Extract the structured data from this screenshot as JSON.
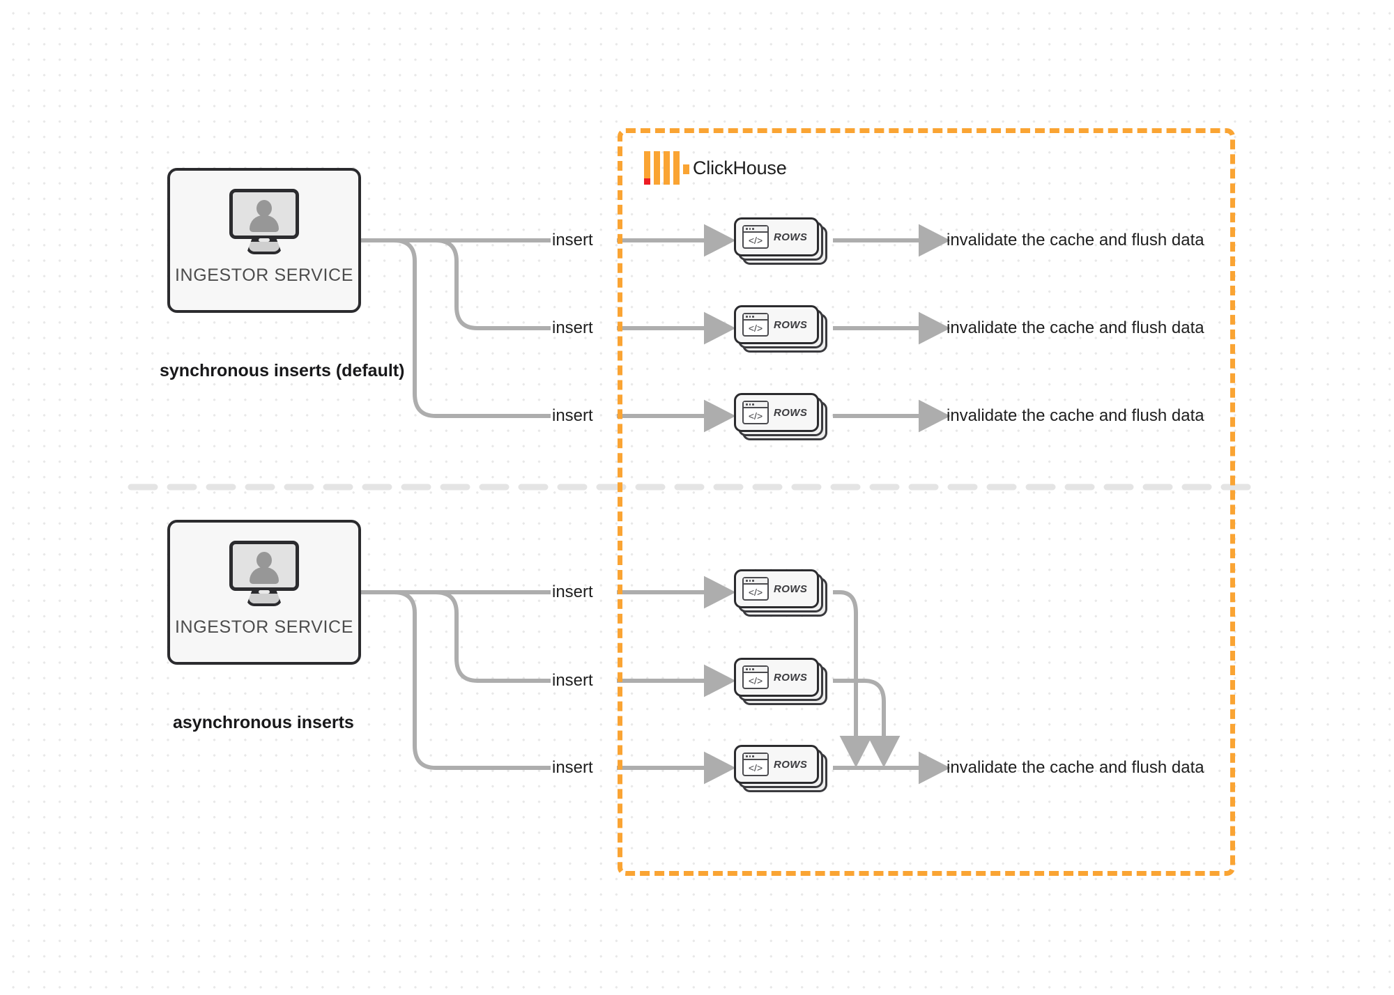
{
  "diagram": {
    "title": "ClickHouse synchronous vs asynchronous inserts",
    "colors": {
      "boundary_orange": "#FAA433",
      "logo_red": "#ED1C24",
      "wire_gray": "#ADADAD",
      "node_border": "#2B2B2E",
      "node_fill": "#F7F7F7",
      "divider_gray": "#E4E4E4",
      "text_dark": "#1E1E1E"
    }
  },
  "boundary": {
    "logo_name": "clickhouse-logo",
    "label": "ClickHouse"
  },
  "divider": {
    "name": "section-divider"
  },
  "sections": [
    {
      "id": "synchronous",
      "caption": "synchronous inserts (default)",
      "source": {
        "label": "INGESTOR SERVICE",
        "icon": "monitor-user-icon"
      },
      "rows": [
        {
          "edge_label": "insert",
          "node_label": "ROWS",
          "node_icon": "code-window-icon",
          "result_label": "invalidate the cache and flush data"
        },
        {
          "edge_label": "insert",
          "node_label": "ROWS",
          "node_icon": "code-window-icon",
          "result_label": "invalidate the cache and flush data"
        },
        {
          "edge_label": "insert",
          "node_label": "ROWS",
          "node_icon": "code-window-icon",
          "result_label": "invalidate the cache and flush data"
        }
      ]
    },
    {
      "id": "asynchronous",
      "caption": "asynchronous inserts",
      "source": {
        "label": "INGESTOR SERVICE",
        "icon": "monitor-user-icon"
      },
      "rows": [
        {
          "edge_label": "insert",
          "node_label": "ROWS",
          "node_icon": "code-window-icon",
          "result_label": ""
        },
        {
          "edge_label": "insert",
          "node_label": "ROWS",
          "node_icon": "code-window-icon",
          "result_label": ""
        },
        {
          "edge_label": "insert",
          "node_label": "ROWS",
          "node_icon": "code-window-icon",
          "result_label": "invalidate the cache and flush data"
        }
      ]
    }
  ]
}
